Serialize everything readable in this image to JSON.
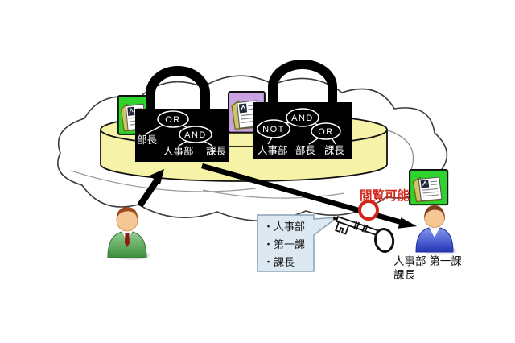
{
  "locks": {
    "lock1": {
      "gate1": "OR",
      "gate2": "AND",
      "term1": "部長",
      "term2": "人事部",
      "term3": "課長"
    },
    "lock2": {
      "gate1": "AND",
      "gate2": "NOT",
      "gate3": "OR",
      "term1": "人事部",
      "term2": "部長",
      "term3": "課長"
    }
  },
  "annotation": {
    "access_label": "閲覧可能"
  },
  "key_callout": {
    "item1": "・人事部",
    "item2": "・第一課",
    "item3": "・課長"
  },
  "viewer_label": {
    "line1": "人事部 第一課",
    "line2": "課長"
  },
  "icons": {
    "doc_left": "document-folder-icon-green",
    "doc_middle": "document-folder-icon-purple",
    "doc_right": "document-folder-icon-green",
    "lock_left": "padlock-icon",
    "lock_right": "padlock-icon",
    "key": "skeleton-key-icon",
    "user_left": "person-green-suit-icon",
    "user_right": "person-blue-suit-icon"
  },
  "colors": {
    "accent_red": "#d3261a",
    "cylinder_yellow": "#f6f3a8",
    "icon_green": "#2ed32e",
    "icon_purple": "#c9a2e2",
    "callout_blue": "#dce9f3",
    "suit_green": "#55a555",
    "suit_blue": "#3348c8",
    "lock_black": "#000000"
  }
}
